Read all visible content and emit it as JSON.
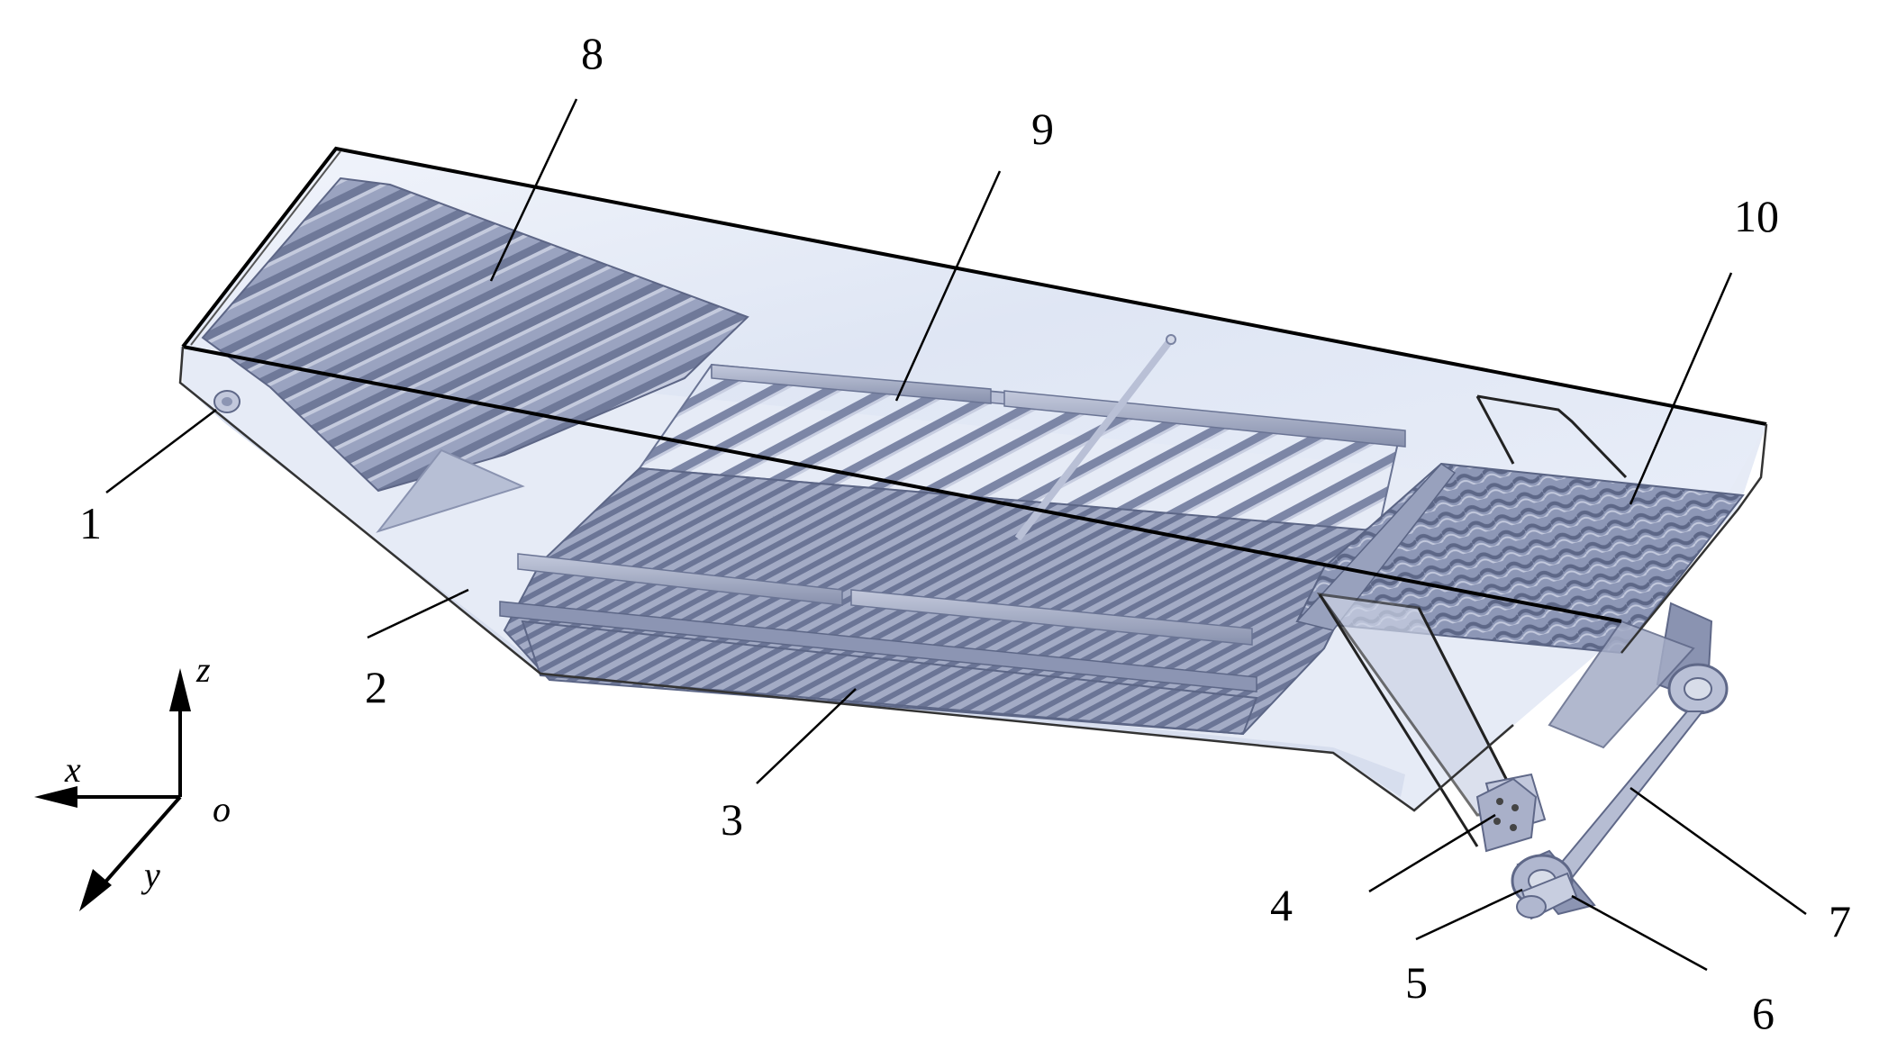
{
  "figure": {
    "callouts": [
      "1",
      "2",
      "3",
      "4",
      "5",
      "6",
      "7",
      "8",
      "9",
      "10"
    ],
    "axes": {
      "x": "x",
      "y": "y",
      "z": "z",
      "origin": "o"
    },
    "colors": {
      "frame_line": "#000000",
      "panel_fill": "#dde5f3",
      "panel_fill_light": "#eef2fa",
      "slat_fill": "#8b95b4",
      "slat_dark": "#5f6988",
      "grid_fill": "#7a84a6",
      "metal_light": "#c9cfdf",
      "metal_mid": "#a7aec6",
      "metal_dark": "#6e7694"
    }
  }
}
